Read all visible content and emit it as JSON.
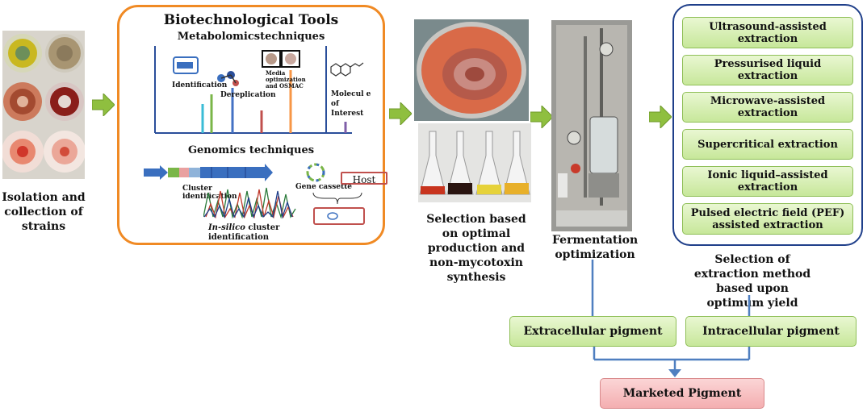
{
  "strains": {
    "label": "Isolation and collection of strains"
  },
  "tools": {
    "title": "Biotechnological Tools",
    "metabolomics": {
      "title": "Metabolomicstechniques",
      "identification": "Identification",
      "dereplication": "Dereplication",
      "media": "Media optimization and OSMAC",
      "molecule": "Molecul e of Interest"
    },
    "genomics": {
      "title": "Genomics techniques",
      "cluster": "Cluster identification",
      "insilico_em": "In-silico",
      "insilico_rest": " cluster identification",
      "gene_cassette": "Gene cassette",
      "host": "Host"
    }
  },
  "selection": {
    "label": "Selection based on optimal production and non-mycotoxin synthesis"
  },
  "fermentation": {
    "label": "Fermentation optimization"
  },
  "extraction": {
    "methods": [
      "Ultrasound-assisted extraction",
      "Pressurised liquid extraction",
      "Microwave-assisted extraction",
      "Supercritical extraction",
      "Ionic liquid–assisted extraction",
      "Pulsed electric field (PEF) assisted extraction"
    ],
    "label": "Selection of extraction method based upon optimum yield"
  },
  "pigments": {
    "extracellular": "Extracellular pigment",
    "intracellular": "Intracellular pigment",
    "marketed": "Marketed Pigment"
  },
  "colors": {
    "arrow_green": "#8fbf3f",
    "tools_border": "#f08a24",
    "extraction_border": "#1f3f8a",
    "connector": "#4f7fc0",
    "marketed_fill": "#f4aeb0"
  }
}
